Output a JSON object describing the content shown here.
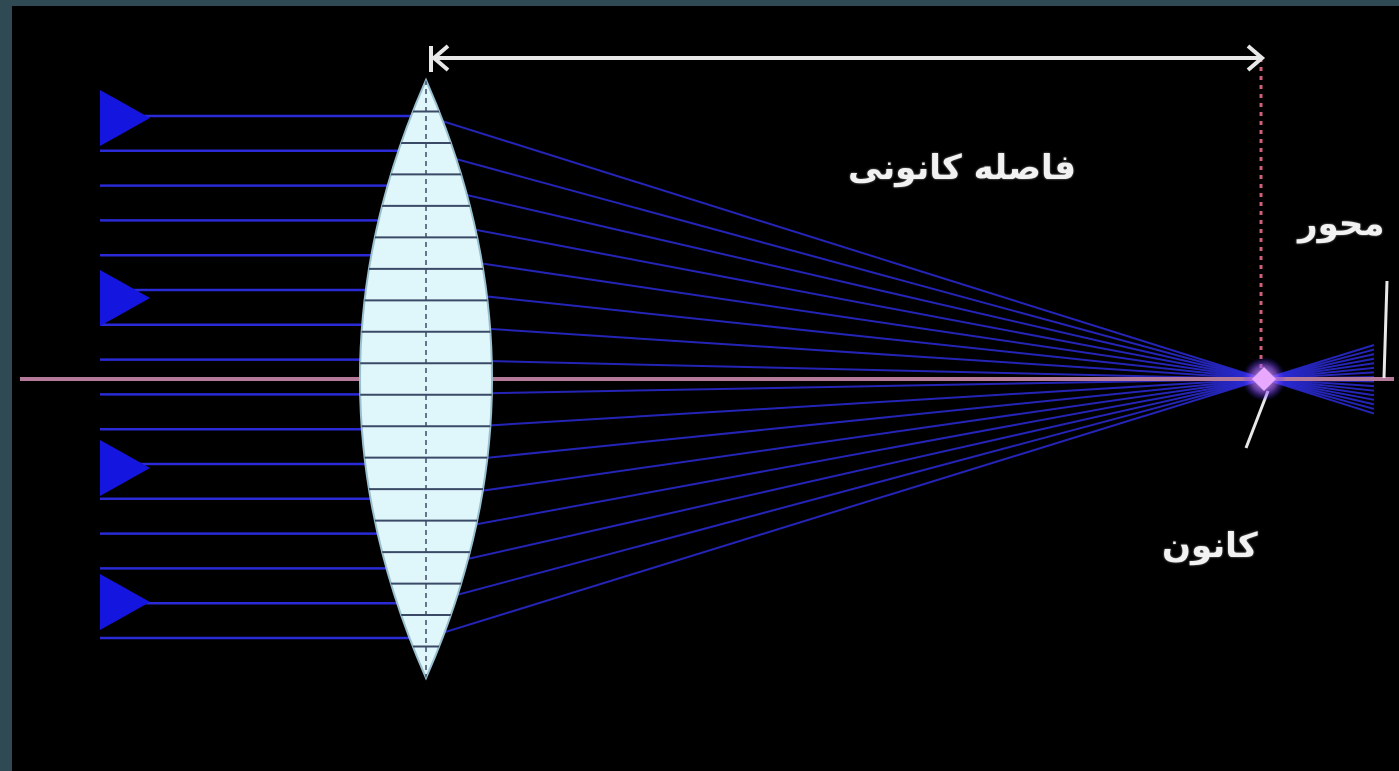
{
  "diagram": {
    "labels": {
      "focal_length": "فاصله کانونی",
      "axis": "محور",
      "focus": "کانون"
    },
    "colors": {
      "background": "#000000",
      "frame": "#2f4a52",
      "rays": "#2a2ad6",
      "arrowheads": "#1515e0",
      "principal_axis": "#b57a9a",
      "lens_fill": "#dff6fb",
      "lens_lines": "#3a4a66",
      "dimension_line": "#e8e8e8",
      "focal_dotted_line": "#d0607a",
      "focus_point": "#e8a8ff",
      "text": "#f2f2f2"
    },
    "ray_count": 16
  }
}
